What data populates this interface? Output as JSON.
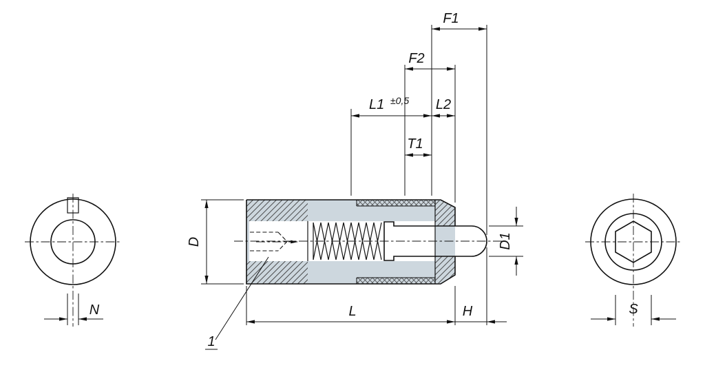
{
  "drawing": {
    "labels": {
      "f1": "F1",
      "f2": "F2",
      "l1": "L1",
      "l1_tol": "±0,5",
      "l2": "L2",
      "t1": "T1",
      "d": "D",
      "d1": "D1",
      "l": "L",
      "h": "H",
      "n": "N",
      "s": "S",
      "item": "1"
    },
    "colors": {
      "background": "#ffffff",
      "body_fill": "#cdd7de",
      "inner_fill": "#dfe6ea",
      "hex_fill": "#eef1f3",
      "line": "#111111"
    }
  }
}
